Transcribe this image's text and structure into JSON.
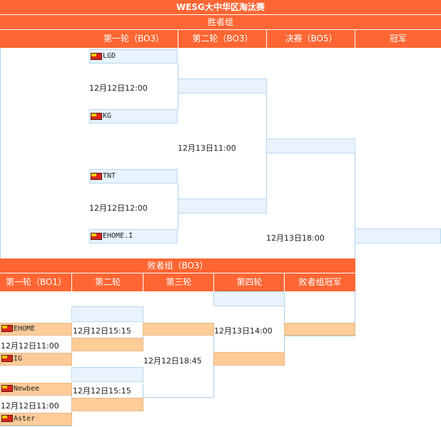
{
  "title": "WESG大中华区淘汰赛",
  "winners": {
    "label": "胜者组",
    "round1": "第一轮（BO3）",
    "round2": "第二轮（BO3）",
    "final": "决赛（BO5）",
    "champion": "冠军",
    "teams": [
      "LGD",
      "KG",
      "TNT",
      "EHOME.I"
    ],
    "times": {
      "r1_match1": "12月12日12:00",
      "r1_match2": "12月12日12:00",
      "r2": "12月13日11:00",
      "final": "12月13日18:00"
    }
  },
  "losers": {
    "label": "败者组（BO3）",
    "round1": "第一轮（BO1）",
    "round2": "第二轮",
    "round3": "第三轮",
    "round4": "第四轮",
    "champion": "败者组冠军",
    "teams": [
      "EHOME",
      "IG",
      "Newbee",
      "Aster"
    ],
    "times": {
      "r1_match1": "12月12日11:00",
      "r1_match2": "12月12日11:00",
      "r2_match1": "12月12日15:15",
      "r2_match2": "12月12日15:15",
      "r3": "12月12日18:45",
      "r4": "12月13日14:00"
    }
  },
  "colors": {
    "header": "#ff6633",
    "winner_slot": "#e8f3fd",
    "loser_slot": "#ffcc99"
  },
  "icons": {
    "team_flag": "china-flag-icon"
  }
}
